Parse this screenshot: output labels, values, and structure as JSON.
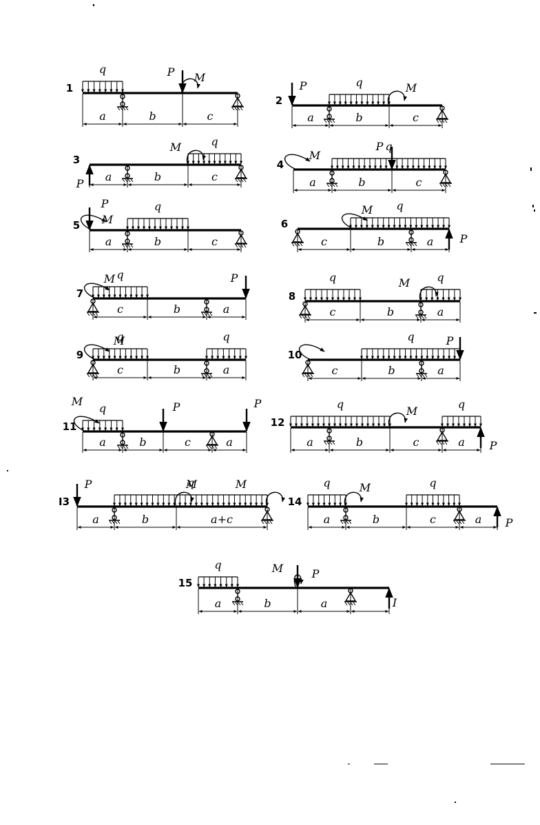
{
  "diagrams": [
    {
      "number": "1",
      "segments": [
        "a",
        "b",
        "c"
      ],
      "q": "q",
      "P": "P",
      "M": "M"
    },
    {
      "number": "2",
      "segments": [
        "a",
        "b",
        "c"
      ],
      "q": "q",
      "P": "P",
      "M": "M"
    },
    {
      "number": "3",
      "segments": [
        "a",
        "b",
        "c"
      ],
      "q": "q",
      "P": "P",
      "M": "M"
    },
    {
      "number": "4",
      "segments": [
        "a",
        "b",
        "c"
      ],
      "q": "q",
      "P": "P",
      "M": "M"
    },
    {
      "number": "5",
      "segments": [
        "a",
        "b",
        "c"
      ],
      "q": "q",
      "P": "P",
      "M": "M"
    },
    {
      "number": "6",
      "segments": [
        "c",
        "b",
        "a"
      ],
      "q": "q",
      "P": "P",
      "M": "M"
    },
    {
      "number": "7",
      "segments": [
        "c",
        "b",
        "a"
      ],
      "q": "q",
      "P": "P",
      "M": "M"
    },
    {
      "number": "8",
      "segments": [
        "c",
        "b",
        "a"
      ],
      "q": [
        "q",
        "q"
      ],
      "M": "M"
    },
    {
      "number": "9",
      "segments": [
        "c",
        "b",
        "a"
      ],
      "q": [
        "q",
        "q"
      ],
      "M": "M"
    },
    {
      "number": "10",
      "segments": [
        "c",
        "b",
        "a"
      ],
      "q": "q",
      "P": "P"
    },
    {
      "number": "11",
      "segments": [
        "a",
        "b",
        "c",
        "a"
      ],
      "q": "q",
      "P": [
        "P",
        "P"
      ],
      "M": "M"
    },
    {
      "number": "12",
      "segments": [
        "a",
        "b",
        "c",
        "a"
      ],
      "q": [
        "q",
        "q"
      ],
      "P": "P",
      "M": "M"
    },
    {
      "number": "I3",
      "segments": [
        "a",
        "b",
        "a+c"
      ],
      "q": "q",
      "P": "P",
      "M": [
        "M",
        "M"
      ]
    },
    {
      "number": "14",
      "segments": [
        "a",
        "b",
        "c",
        "a"
      ],
      "q": [
        "q",
        "q"
      ],
      "P": "P",
      "M": "M"
    },
    {
      "number": "15",
      "segments": [
        "a",
        "b",
        "a"
      ],
      "q": "q",
      "P": [
        "P",
        "I"
      ],
      "M": "M"
    }
  ]
}
